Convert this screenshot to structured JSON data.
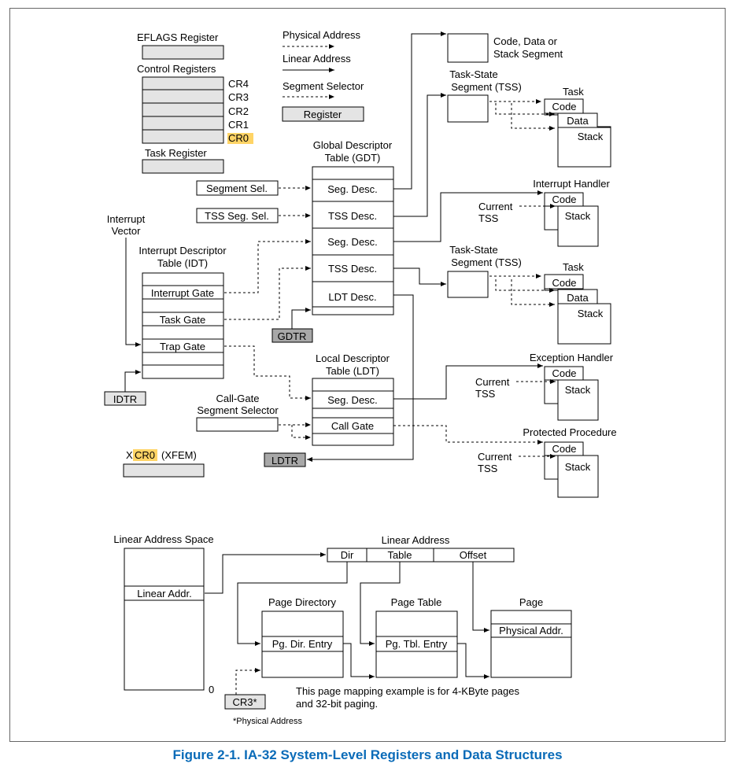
{
  "legend": {
    "eflags": "EFLAGS Register",
    "control_registers": "Control Registers",
    "cr4": "CR4",
    "cr3": "CR3",
    "cr2": "CR2",
    "cr1": "CR1",
    "cr0": "CR0",
    "task_register": "Task Register",
    "physical_address": "Physical Address",
    "linear_address": "Linear Address",
    "segment_selector": "Segment Selector",
    "register": "Register"
  },
  "xcr0": {
    "x": "X",
    "cr0": "CR0",
    "suffix": "(XFEM)"
  },
  "idt": {
    "interrupt_vector_1": "Interrupt",
    "interrupt_vector_2": "Vector",
    "title_1": "Interrupt Descriptor",
    "title_2": "Table (IDT)",
    "interrupt_gate": "Interrupt Gate",
    "task_gate": "Task Gate",
    "trap_gate": "Trap Gate",
    "idtr": "IDTR"
  },
  "gdt": {
    "title_1": "Global Descriptor",
    "title_2": "Table (GDT)",
    "seg_desc_1": "Seg. Desc.",
    "tss_desc_1": "TSS Desc.",
    "seg_desc_2": "Seg. Desc.",
    "tss_desc_2": "TSS Desc.",
    "ldt_desc": "LDT Desc.",
    "gdtr": "GDTR",
    "segment_sel": "Segment Sel.",
    "tss_seg_sel": "TSS Seg. Sel."
  },
  "ldt": {
    "title_1": "Local Descriptor",
    "title_2": "Table (LDT)",
    "seg_desc": "Seg. Desc.",
    "call_gate": "Call Gate",
    "ldtr": "LDTR",
    "call_gate_sel_1": "Call-Gate",
    "call_gate_sel_2": "Segment Selector"
  },
  "right": {
    "code_data_stack_1": "Code, Data or",
    "code_data_stack_2": "Stack Segment",
    "tss_title_1": "Task-State",
    "tss_title_2": "Segment (TSS)",
    "task": "Task",
    "code": "Code",
    "data": "Data",
    "stack": "Stack",
    "interrupt_handler": "Interrupt Handler",
    "current": "Current",
    "tss": "TSS",
    "exception_handler": "Exception Handler",
    "protected_procedure": "Protected Procedure"
  },
  "paging": {
    "linear_address_space": "Linear Address Space",
    "linear_addr": "Linear Addr.",
    "zero": "0",
    "linear_address": "Linear Address",
    "dir": "Dir",
    "table": "Table",
    "offset": "Offset",
    "page_directory": "Page Directory",
    "pg_dir_entry": "Pg. Dir. Entry",
    "page_table": "Page Table",
    "pg_tbl_entry": "Pg. Tbl. Entry",
    "page": "Page",
    "physical_addr": "Physical Addr.",
    "cr3": "CR3*",
    "note_1": "This page mapping example is for 4-KByte pages",
    "note_2": "and 32-bit paging.",
    "footnote": "*Physical Address"
  },
  "caption": "Figure 2-1.  IA-32 System-Level Registers and Data Structures",
  "colors": {
    "caption": "#0a6bb8",
    "highlight": "#ffd466",
    "register_fill": "#e4e4e4",
    "register_dark": "#a8a8a8"
  }
}
